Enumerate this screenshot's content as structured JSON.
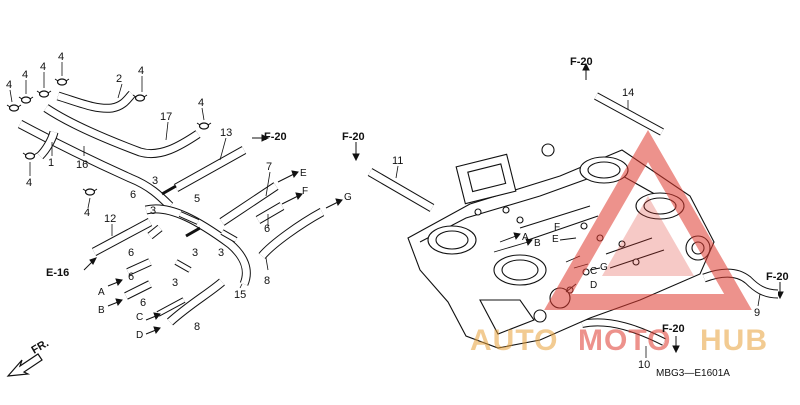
{
  "part_numbers": {
    "clamp": "4",
    "hose_2": "2",
    "hose_17": "17",
    "hose_1": "1",
    "hose_16": "16",
    "hose_12": "12",
    "hose_13": "13",
    "tube_3": "3",
    "tube_5": "5",
    "tube_6": "6",
    "hose_7": "7",
    "hose_8": "8",
    "hose_15": "15",
    "hose_11": "11",
    "hose_14": "14",
    "hose_9": "9",
    "hose_10": "10"
  },
  "connection_letters": {
    "a": "A",
    "b": "B",
    "c": "C",
    "d": "D",
    "e": "E",
    "f": "F",
    "g": "G"
  },
  "references": {
    "f20": "F-20",
    "e16": "E-16"
  },
  "front_label": "FR.",
  "diagram_code": "MBG3—E1601A",
  "watermark": {
    "part1": "AUTO",
    "part2": "MOTO",
    "part3": "HUB",
    "color_red": "#e03a2f",
    "color_gold": "#e8a23a"
  }
}
